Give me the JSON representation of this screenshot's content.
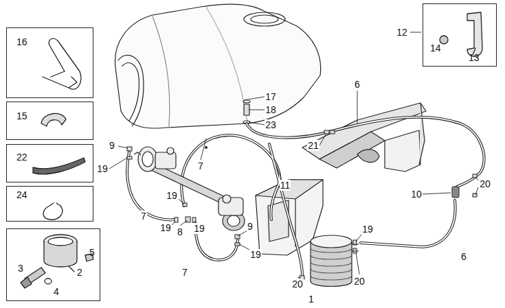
{
  "diagram": {
    "nodes": [
      {
        "text": [
          "14",
          "13"
        ]
      },
      {
        "text": [
          "16"
        ]
      },
      {
        "text": [
          "15"
        ]
      },
      {
        "text": [
          "22"
        ]
      },
      {
        "text": [
          "24"
        ]
      },
      {
        "text": [
          "2",
          "3",
          "4",
          "5"
        ]
      }
    ],
    "labels": [
      "12",
      "17",
      "18",
      "23",
      "6",
      "9",
      "19",
      "7",
      "11",
      "21",
      "10",
      "20",
      "19",
      "19",
      "8",
      "19",
      "9",
      "19",
      "7",
      "7",
      "19",
      "20",
      "20",
      "1",
      "6"
    ]
  }
}
